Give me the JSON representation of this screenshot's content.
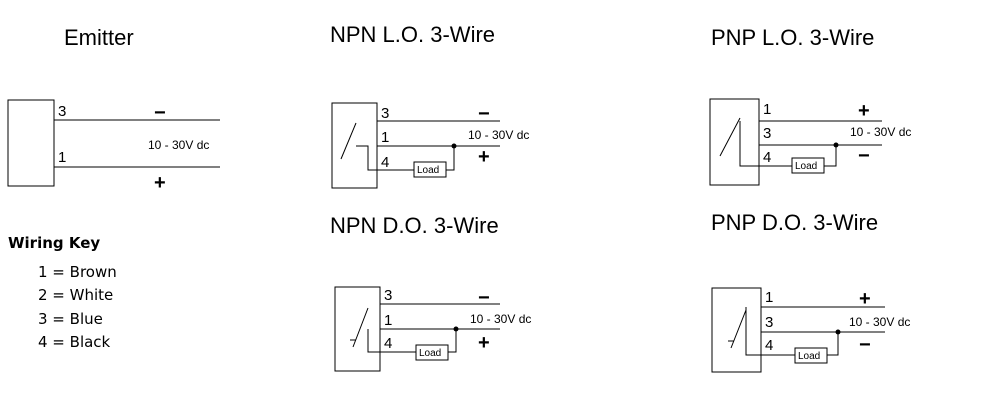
{
  "emitter": {
    "title": "Emitter",
    "wire_top": "3",
    "wire_bottom": "1",
    "voltage": "10 - 30V dc",
    "minus": "−",
    "plus": "+"
  },
  "npn_lo": {
    "title": "NPN L.O. 3-Wire",
    "wires": [
      "3",
      "1",
      "4"
    ],
    "voltage": "10 - 30V dc",
    "load": "Load",
    "minus": "−",
    "plus": "+"
  },
  "pnp_lo": {
    "title": "PNP L.O. 3-Wire",
    "wires": [
      "1",
      "3",
      "4"
    ],
    "voltage": "10 - 30V dc",
    "load": "Load",
    "plus": "+",
    "minus": "−"
  },
  "npn_do": {
    "title": "NPN D.O. 3-Wire",
    "wires": [
      "3",
      "1",
      "4"
    ],
    "voltage": "10 - 30V dc",
    "load": "Load",
    "minus": "−",
    "plus": "+"
  },
  "pnp_do": {
    "title": "PNP D.O. 3-Wire",
    "wires": [
      "1",
      "3",
      "4"
    ],
    "voltage": "10 - 30V dc",
    "load": "Load",
    "plus": "+",
    "minus": "−"
  },
  "wiring_key": {
    "title": "Wiring Key",
    "items": [
      "1 = Brown",
      "2 = White",
      "3 = Blue",
      "4 = Black"
    ]
  }
}
